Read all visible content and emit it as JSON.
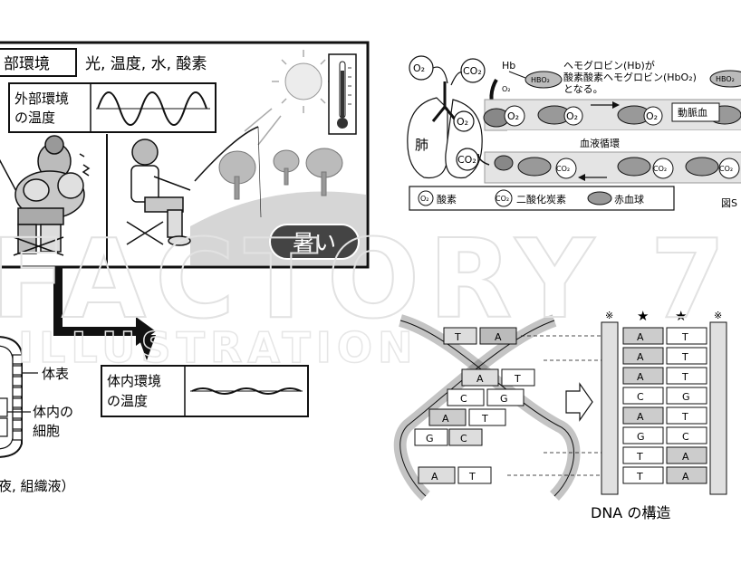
{
  "left_panel": {
    "outer_env_tag": "部環境",
    "factors": "光, 温度, 水, 酸素",
    "outer_temp_label_line1": "外部環境",
    "outer_temp_label_line2": "の温度",
    "hot_badge": "暑い",
    "body_surface": "体表",
    "internal_cells_line1": "体内の",
    "internal_cells_line2": "細胞",
    "internal_temp_line1": "体内環境",
    "internal_temp_line2": "の温度",
    "fluids_caption": "夜, 組織液）"
  },
  "blood_diagram": {
    "o2": "O₂",
    "co2": "CO₂",
    "hb": "Hb",
    "hbo2": "HBO₂",
    "hb_note_line1": "ヘモグロビン(Hb)が",
    "hb_note_line2": "酸素酸素ヘモグロビン(HbO₂)",
    "hb_note_line3": "となる。",
    "lung": "肺",
    "artery": "動脈血",
    "circulation": "血液循環",
    "legend_o2": "酸素",
    "legend_co2": "二酸化炭素",
    "legend_rbc": "赤血球",
    "figure_tag": "図S"
  },
  "dna_diagram": {
    "caption": "DNA の構造",
    "mark_note": "※",
    "mark_star": "★",
    "helix_pairs": [
      [
        "T",
        "A"
      ],
      [
        "A",
        "T"
      ],
      [
        "C",
        "G"
      ],
      [
        "A",
        "T"
      ],
      [
        "G",
        "C"
      ],
      [
        "A",
        "T"
      ]
    ],
    "ladder_pairs": [
      [
        "A",
        "T"
      ],
      [
        "A",
        "T"
      ],
      [
        "A",
        "T"
      ],
      [
        "C",
        "G"
      ],
      [
        "A",
        "T"
      ],
      [
        "G",
        "C"
      ],
      [
        "T",
        "A"
      ],
      [
        "T",
        "A"
      ]
    ]
  },
  "watermark": {
    "main": "FACTORY 7",
    "sub": "ILLUSTRATION"
  }
}
